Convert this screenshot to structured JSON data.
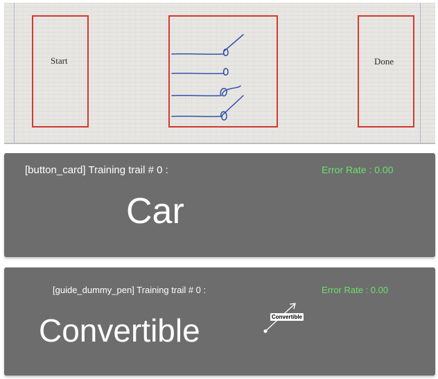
{
  "sketch": {
    "start_label": "Start",
    "done_label": "Done"
  },
  "panel_card": {
    "title": "[button_card] Training trail # 0 :",
    "error_rate": "Error Rate : 0.00",
    "word": "Car"
  },
  "panel_pen": {
    "title": "[guide_dummy_pen] Training trail # 0 :",
    "error_rate": "Error Rate : 0.00",
    "word": "Convertible",
    "gesture_tag": "Convertible"
  },
  "colors": {
    "box_border": "#d03a2f",
    "panel_bg": "#6d6d6d",
    "error_rate_text": "#6be16b",
    "pen_stroke": "#2f4ea8"
  }
}
